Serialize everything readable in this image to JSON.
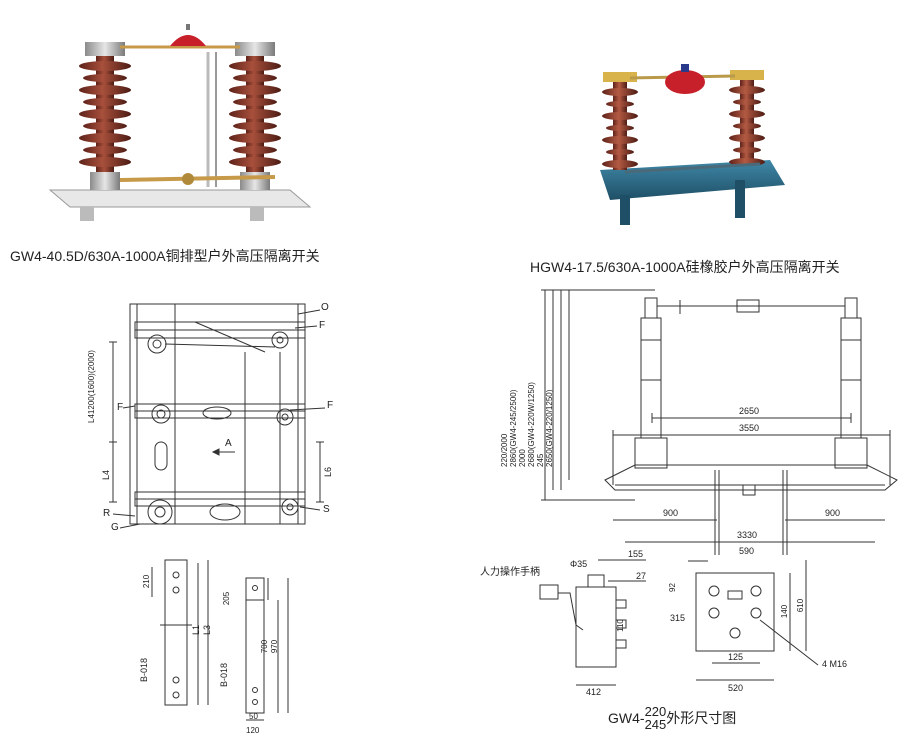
{
  "product1": {
    "caption": "GW4-40.5D/630A-1000A铜排型户外高压隔离开关"
  },
  "product2": {
    "caption": "HGW4-17.5/630A-1000A硅橡胶户外高压隔离开关"
  },
  "drawing_left": {
    "labels": {
      "o": "O",
      "f1": "F",
      "f2": "F",
      "f3": "F",
      "a": "A",
      "r": "R",
      "g": "G",
      "s": "S",
      "l4": "L4",
      "l6": "L6",
      "l4_vert": "L41200(1600)(2000)"
    },
    "part1": {
      "d210": "210",
      "l1": "L1",
      "l3": "L3",
      "b018": "B-018"
    },
    "part2": {
      "d205": "205",
      "d700": "700",
      "d970": "970",
      "d50": "50",
      "d120": "120",
      "b018": "B-018"
    }
  },
  "drawing_right": {
    "vert_dims": [
      "220/2000",
      "2860(GW4-245/2500)",
      "2000",
      "2680(GW4-220W/1250)",
      "245",
      "2650(GW4-220/1250)"
    ],
    "d2650": "2650",
    "d3550": "3550",
    "d900a": "900",
    "d900b": "900",
    "d3330": "3330",
    "d590": "590",
    "mechanism": {
      "handle_label": "人力操作手柄",
      "phi35": "Φ35",
      "d155": "155",
      "d27": "27",
      "d92": "92",
      "d110": "110",
      "d412": "412",
      "d315": "315",
      "d140": "140",
      "d610": "610",
      "d125": "125",
      "d520": "520",
      "m16": "4 M16"
    },
    "title_prefix": "GW4-",
    "title_top": "220",
    "title_bottom": "245",
    "title_suffix": "外形尺寸图"
  },
  "colors": {
    "porcelain": "#8b3a2b",
    "porcelain_dark": "#5e2219",
    "base_blue": "#2f6f8f",
    "dome_red": "#c8202a",
    "metal": "#c9c9c9",
    "line": "#333333"
  }
}
